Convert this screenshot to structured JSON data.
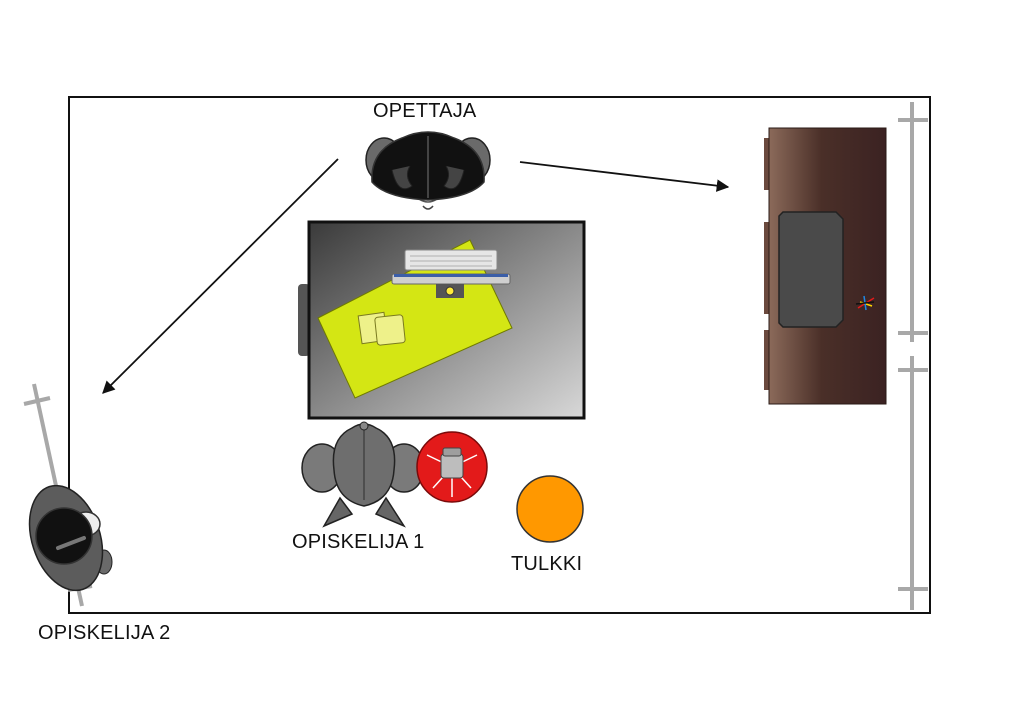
{
  "labels": {
    "teacher": "OPETTAJA",
    "student1": "OPISKELIJA 1",
    "student2": "OPISKELIJA 2",
    "interpreter": "TULKKI"
  },
  "colors": {
    "room_border": "#111111",
    "desk_paper": "#d4e614",
    "interpreter": "#ff9800",
    "student_chair": "#e31a1a",
    "cabinet": "#5a3a2e",
    "rails": "#a8a8a8"
  }
}
